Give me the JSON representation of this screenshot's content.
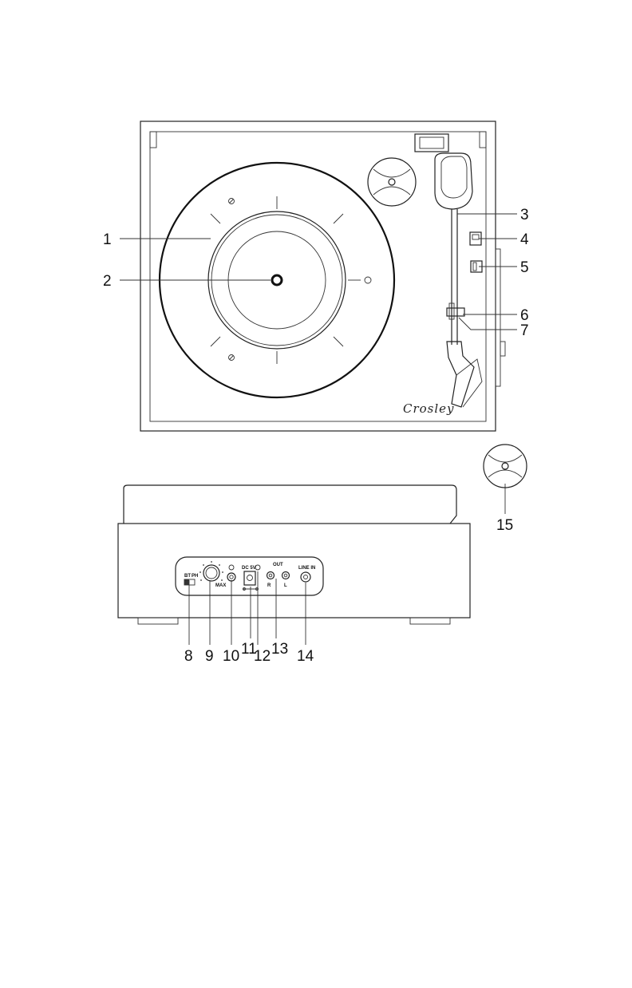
{
  "brand": "Crosley",
  "callouts": [
    {
      "id": 1,
      "text": "1"
    },
    {
      "id": 2,
      "text": "2"
    },
    {
      "id": 3,
      "text": "3"
    },
    {
      "id": 4,
      "text": "4"
    },
    {
      "id": 5,
      "text": "5"
    },
    {
      "id": 6,
      "text": "6"
    },
    {
      "id": 7,
      "text": "7"
    },
    {
      "id": 8,
      "text": "8"
    },
    {
      "id": 9,
      "text": "9"
    },
    {
      "id": 10,
      "text": "10"
    },
    {
      "id": 11,
      "text": "11"
    },
    {
      "id": 12,
      "text": "12"
    },
    {
      "id": 13,
      "text": "13"
    },
    {
      "id": 14,
      "text": "14"
    },
    {
      "id": 15,
      "text": "15"
    }
  ],
  "rear_panel": {
    "switch_left": "BT",
    "switch_right": "PH",
    "volume_max": "MAX",
    "dc_label": "DC 5V",
    "out_label": "OUT",
    "out_r": "R",
    "out_l": "L",
    "line_in": "LINE IN"
  }
}
